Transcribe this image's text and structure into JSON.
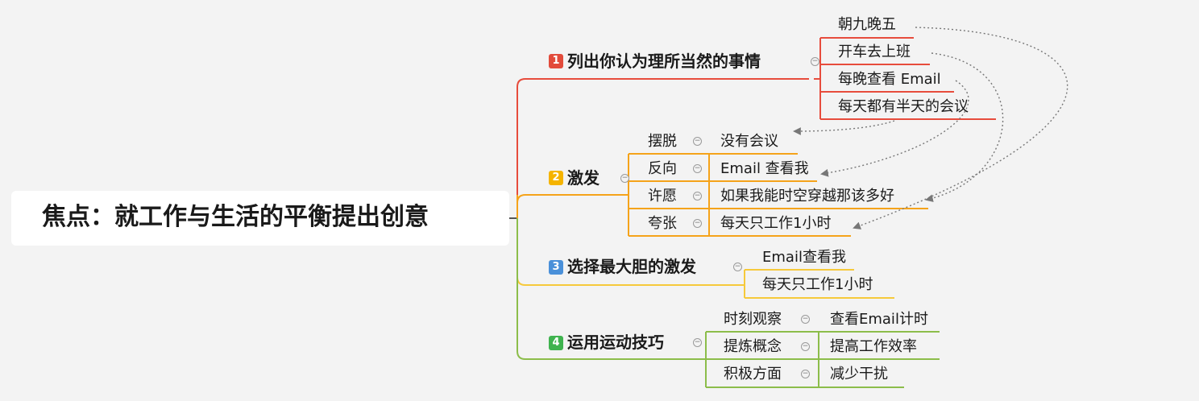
{
  "root": {
    "label": "焦点：就工作与生活的平衡提出创意"
  },
  "branches": [
    {
      "num": "1",
      "label": "列出你认为理所当然的事情",
      "color": "#e74c3c",
      "items": [
        "朝九晚五",
        "开车去上班",
        "每晚查看 Email",
        "每天都有半天的会议"
      ]
    },
    {
      "num": "2",
      "label": "激发",
      "color": "#f5a31a",
      "rows": [
        {
          "label": "摆脱",
          "leaf": "没有会议"
        },
        {
          "label": "反向",
          "leaf": "Email 查看我"
        },
        {
          "label": "许愿",
          "leaf": "如果我能时空穿越那该多好"
        },
        {
          "label": "夸张",
          "leaf": "每天只工作1小时"
        }
      ]
    },
    {
      "num": "3",
      "label": "选择最大胆的激发",
      "color": "#f6c93b",
      "items": [
        "Email查看我",
        "每天只工作1小时"
      ]
    },
    {
      "num": "4",
      "label": "运用运动技巧",
      "color": "#8cbd4a",
      "rows": [
        {
          "label": "时刻观察",
          "leaf": "查看Email计时"
        },
        {
          "label": "提炼概念",
          "leaf": "提高工作效率"
        },
        {
          "label": "积极方面",
          "leaf": "减少干扰"
        }
      ]
    }
  ],
  "badge_colors": {
    "1": "#e24b3b",
    "2": "#f5b400",
    "3": "#4a90d9",
    "4": "#3fb34f"
  },
  "collapse_glyph": "−"
}
